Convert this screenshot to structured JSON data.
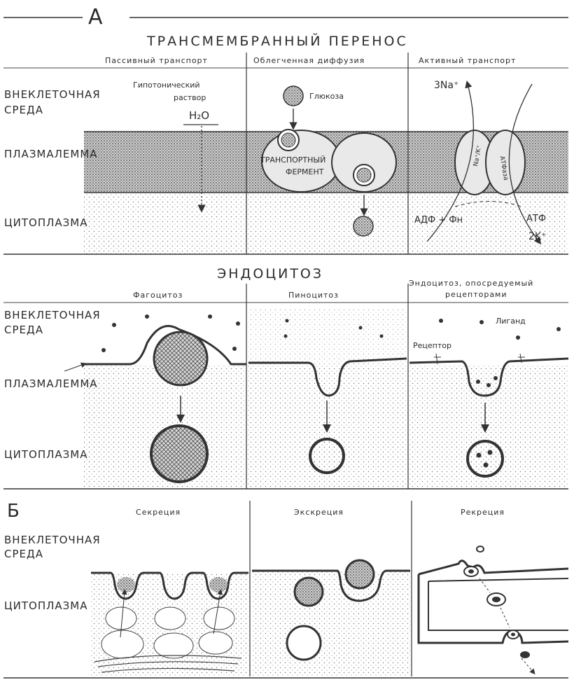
{
  "panel_a": {
    "letter": "А",
    "title": "ТРАНСМЕМБРАННЫЙ ПЕРЕНОС",
    "columns": [
      "Пассивный транспорт",
      "Облегченная диффузия",
      "Активный транспорт"
    ],
    "rows": [
      "ВНЕКЛЕТОЧНАЯ",
      "СРЕДА",
      "ПЛАЗМАЛЕММА",
      "ЦИТОПЛАЗМА"
    ],
    "passive": {
      "solution_1": "Гипотонический",
      "solution_2": "раствор",
      "water": "H₂O"
    },
    "facilitated": {
      "glucose": "Глюкоза",
      "enzyme_1": "ТРАНСПОРТНЫЙ",
      "enzyme_2": "ФЕРМЕНТ"
    },
    "active": {
      "na": "3Na⁺",
      "pump_1": "Na⁺/K⁺",
      "pump_2": "АТФаза",
      "adp": "АДФ + Фн",
      "atp": "АТФ",
      "k": "2K⁺"
    }
  },
  "panel_endo": {
    "title": "ЭНДОЦИТОЗ",
    "columns": [
      "Фагоцитоз",
      "Пиноцитоз"
    ],
    "col3_1": "Эндоцитоз, опосредуемый",
    "col3_2": "рецепторами",
    "rows": [
      "ВНЕКЛЕТОЧНАЯ",
      "СРЕДА",
      "ПЛАЗМАЛЕММА",
      "ЦИТОПЛАЗМА"
    ],
    "ligand": "Лиганд",
    "receptor": "Рецептор"
  },
  "panel_b": {
    "letter": "Б",
    "columns": [
      "Секреция",
      "Экскреция",
      "Рекреция"
    ],
    "rows": [
      "ВНЕКЛЕТОЧНАЯ",
      "СРЕДА",
      "ЦИТОПЛАЗМА"
    ]
  }
}
